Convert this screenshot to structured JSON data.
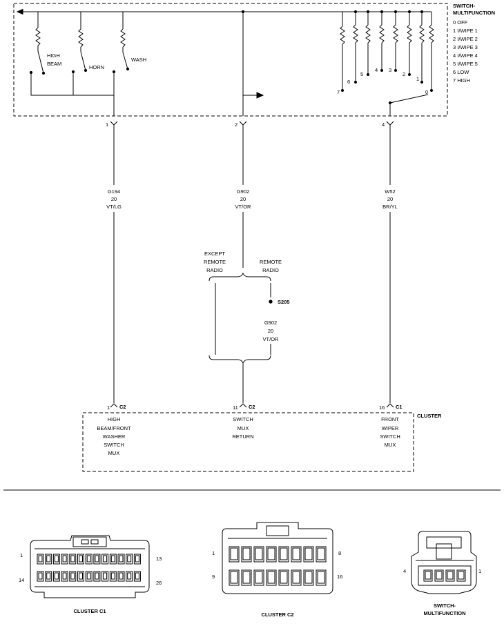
{
  "switch": {
    "title_line1": "SWITCH-",
    "title_line2": "MULTIFUNCTION",
    "positions": [
      "0 OFF",
      "1 I/WIPE 1",
      "2 I/WIPE 2",
      "3 I/WIPE 3",
      "4 I/WIPE 4",
      "5 I/WIPE 5",
      "6 LOW",
      "7 HIGH"
    ],
    "contacts": [
      "HIGH",
      "BEAM",
      "HORN",
      "WASH"
    ],
    "contact_numbers": [
      "7",
      "6",
      "5",
      "4",
      "3",
      "2",
      "1",
      "0"
    ]
  },
  "pins": {
    "p1": "1",
    "p2": "2",
    "p4": "4"
  },
  "wires": {
    "left": {
      "circuit": "G194",
      "gauge": "20",
      "color": "VT/LG"
    },
    "mid": {
      "circuit": "G902",
      "gauge": "20",
      "color": "VT/OR"
    },
    "right": {
      "circuit": "W52",
      "gauge": "20",
      "color": "BR/YL"
    },
    "splice": {
      "circuit": "G902",
      "gauge": "20",
      "color": "VT/OR"
    }
  },
  "branch": {
    "except_l1": "EXCEPT",
    "except_l2": "REMOTE",
    "except_l3": "RADIO",
    "remote_l1": "REMOTE",
    "remote_l2": "RADIO",
    "splice": "S205"
  },
  "cluster": {
    "label": "CLUSTER",
    "pin_left": "1",
    "conn_left": "C2",
    "pin_mid": "11",
    "conn_mid": "C2",
    "pin_right": "16",
    "conn_right": "C1",
    "left_lines": [
      "HIGH",
      "BEAM/FRONT",
      "WASHER",
      "SWITCH",
      "MUX"
    ],
    "mid_lines": [
      "SWITCH",
      "MUX",
      "RETURN"
    ],
    "right_lines": [
      "FRONT",
      "WIPER",
      "SWITCH",
      "MUX"
    ]
  },
  "connectors": {
    "c1": {
      "title": "CLUSTER C1",
      "p1": "1",
      "p13": "13",
      "p14": "14",
      "p26": "26"
    },
    "c2": {
      "title": "CLUSTER C2",
      "p1": "1",
      "p8": "8",
      "p9": "9",
      "p16": "16"
    },
    "mf": {
      "title1": "SWITCH-",
      "title2": "MULTIFUNCTION",
      "p4": "4",
      "p1": "1"
    }
  }
}
